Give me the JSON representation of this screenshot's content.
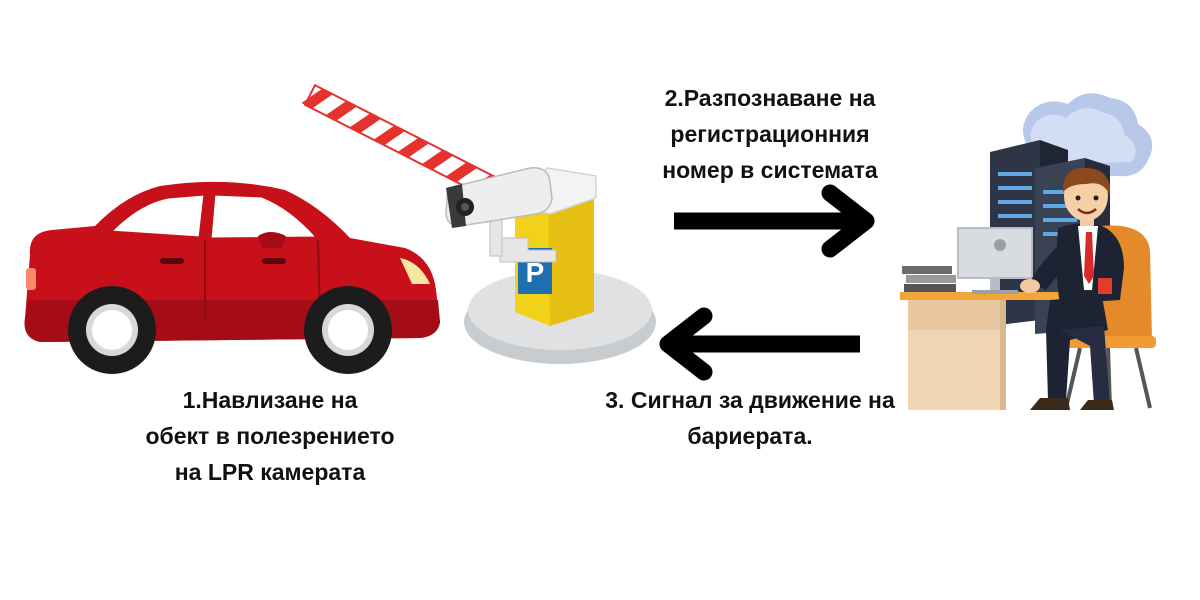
{
  "steps": {
    "step1": "1.Навлизане на\nобект в полезрението\nна LPR камерата",
    "step2": "2.Разпознаване на\nрегистрационния\nномер в системата",
    "step3": "3. Сигнал за движение на\nбариерата."
  },
  "parking_sign": "P",
  "colors": {
    "car_body": "#c8101a",
    "barrier_stripe_red": "#e5322d",
    "post_yellow": "#f2d11a",
    "sign_blue": "#1d6fb0",
    "cloud": "#b8c8ea",
    "server": "#2e3546",
    "arrow": "#000000"
  }
}
